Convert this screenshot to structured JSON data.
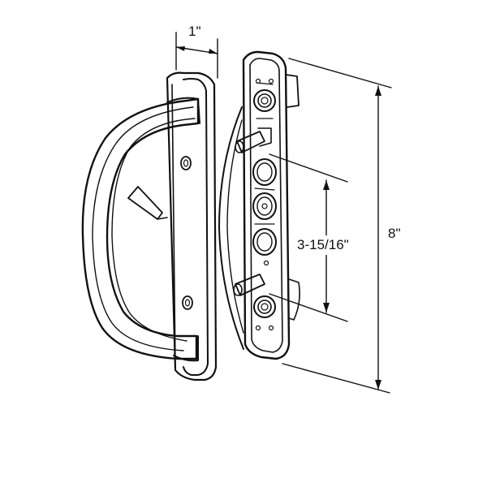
{
  "diagram": {
    "dimensions": {
      "width": "1\"",
      "height": "8\"",
      "screw_spacing": "3-15/16\""
    },
    "colors": {
      "ink": "#111111",
      "paper": "#ffffff"
    }
  }
}
